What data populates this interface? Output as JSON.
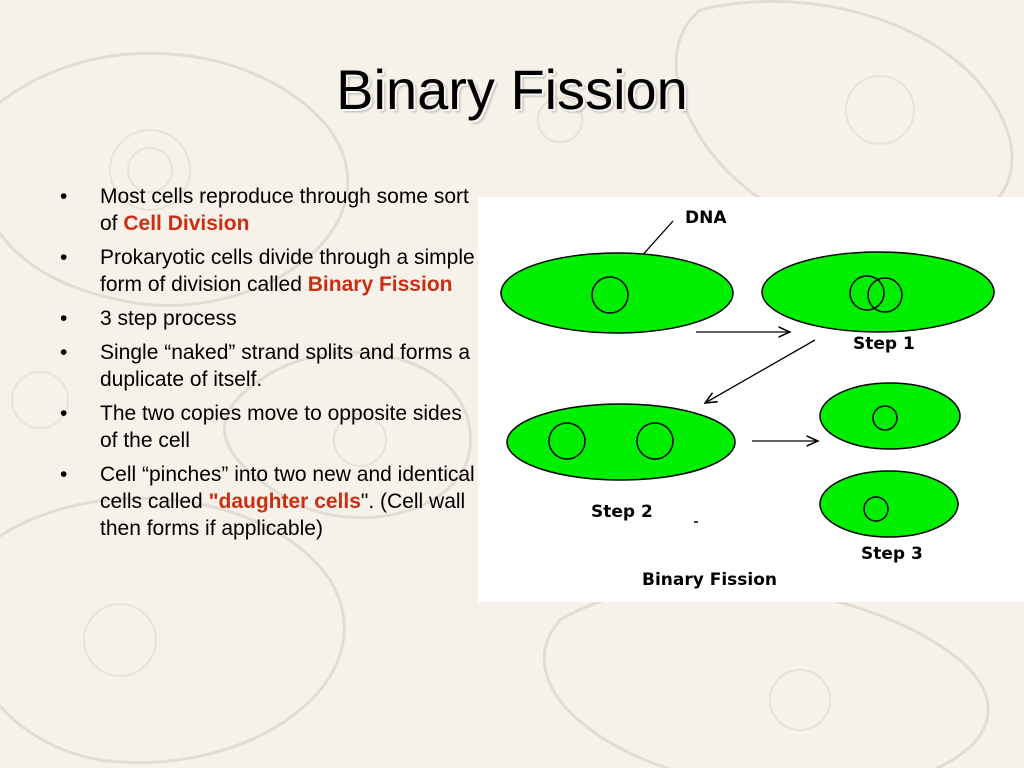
{
  "slide": {
    "title": "Binary Fission",
    "bullets": [
      {
        "text": "Most cells reproduce through some sort of ",
        "highlight": "Cell Division",
        "after": ""
      },
      {
        "text": "Prokaryotic cells divide through a simple form of division called ",
        "highlight": "Binary Fission",
        "after": ""
      },
      {
        "text": "3 step process"
      },
      {
        "text": "Single “naked” strand splits and forms a duplicate of itself."
      },
      {
        "text": "The two copies move to opposite sides of the cell"
      },
      {
        "text": "Cell “pinches” into two new and identical cells called ",
        "highlight": "\"daughter cells",
        "after": "\". (Cell wall then forms if applicable)"
      }
    ],
    "bullet_glyph": "•",
    "highlight_color": "#cc2e14"
  },
  "figure": {
    "dna_label": "DNA",
    "step1_label": "Step 1",
    "step2_label": "Step 2",
    "step3_label": "Step 3",
    "caption": "Binary Fission",
    "cell_color": "#00ee00"
  }
}
